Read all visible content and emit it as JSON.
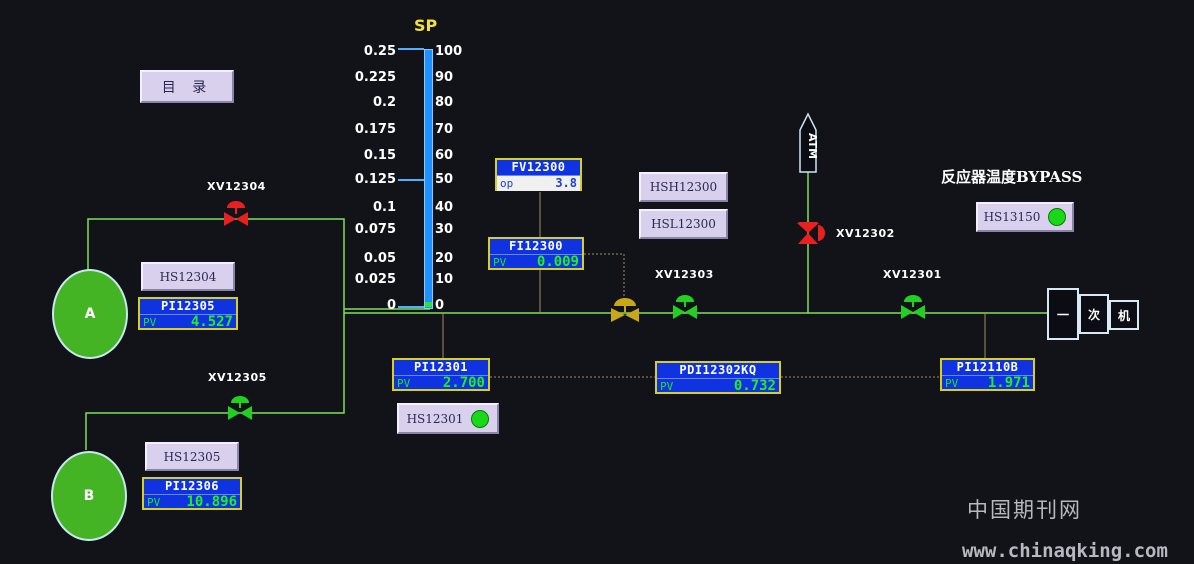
{
  "menu_button": "目 录",
  "sp": {
    "title": "SP",
    "left_ticks": [
      "0.25",
      "0.225",
      "0.2",
      "0.175",
      "0.15",
      "0.125",
      "0.1",
      "0.075",
      "0.05",
      "0.025",
      "0"
    ],
    "right_ticks": [
      "100",
      "90",
      "80",
      "70",
      "60",
      "50",
      "40",
      "30",
      "20",
      "10",
      "0"
    ],
    "fill_fraction": 0.0
  },
  "vessels": {
    "a": "A",
    "b": "B"
  },
  "buttons": {
    "hs12304": "HS12304",
    "hs12305": "HS12305",
    "hsh12300": "HSH12300",
    "hsl12300": "HSL12300",
    "hs12301": "HS12301",
    "hs13150": "HS13150"
  },
  "valves": {
    "xv12304": "XV12304",
    "xv12305": "XV12305",
    "xv12303": "XV12303",
    "xv12301": "XV12301",
    "xv12302": "XV12302"
  },
  "tags": {
    "pi12305": {
      "name": "PI12305",
      "label": "PV",
      "value": "4.527"
    },
    "pi12306": {
      "name": "PI12306",
      "label": "PV",
      "value": "10.896"
    },
    "fv12300": {
      "name": "FV12300",
      "label": "op",
      "value": "3.8"
    },
    "fi12300": {
      "name": "FI12300",
      "label": "PV",
      "value": "0.009"
    },
    "pi12301": {
      "name": "PI12301",
      "label": "PV",
      "value": "2.700"
    },
    "pdi12302kq": {
      "name": "PDI12302KQ",
      "label": "PV",
      "value": "0.732"
    },
    "pi12110b": {
      "name": "PI12110B",
      "label": "PV",
      "value": "1.971"
    }
  },
  "atm_label": "ATM",
  "bypass_title": "反应器温度BYPASS",
  "equipment": {
    "c1": "一",
    "c2": "次",
    "c3": "机"
  },
  "watermark": {
    "line1": "中国期刊网",
    "line2": "www.chinaqking.com"
  },
  "colors": {
    "pipe": "#7ee05a",
    "valve_red": "#e82020",
    "valve_green": "#22d022",
    "valve_yellow": "#c8a818",
    "tag_bg": "#0f33e0",
    "tag_border": "#d8d020"
  }
}
